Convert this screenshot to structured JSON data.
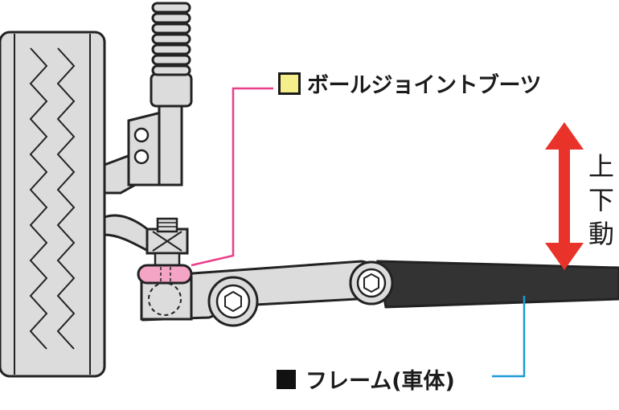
{
  "labels": {
    "ball_joint_boot": "ボールジョイントブーツ",
    "frame": "フレーム(車体)",
    "vertical_motion": [
      "上",
      "下",
      "動"
    ]
  },
  "colors": {
    "boot_pink": "#f4a4c4",
    "boot_leader_line": "#e83f8a",
    "frame_leader_line": "#1e9ad6",
    "arrow_red": "#e8322a",
    "label_square_yellow": "#f6ee8a",
    "frame_dark": "#333333"
  },
  "icons": [
    "ball-joint-boot-marker-square",
    "frame-marker-square",
    "up-down-arrow-icon",
    "hex-bolt-icon"
  ]
}
